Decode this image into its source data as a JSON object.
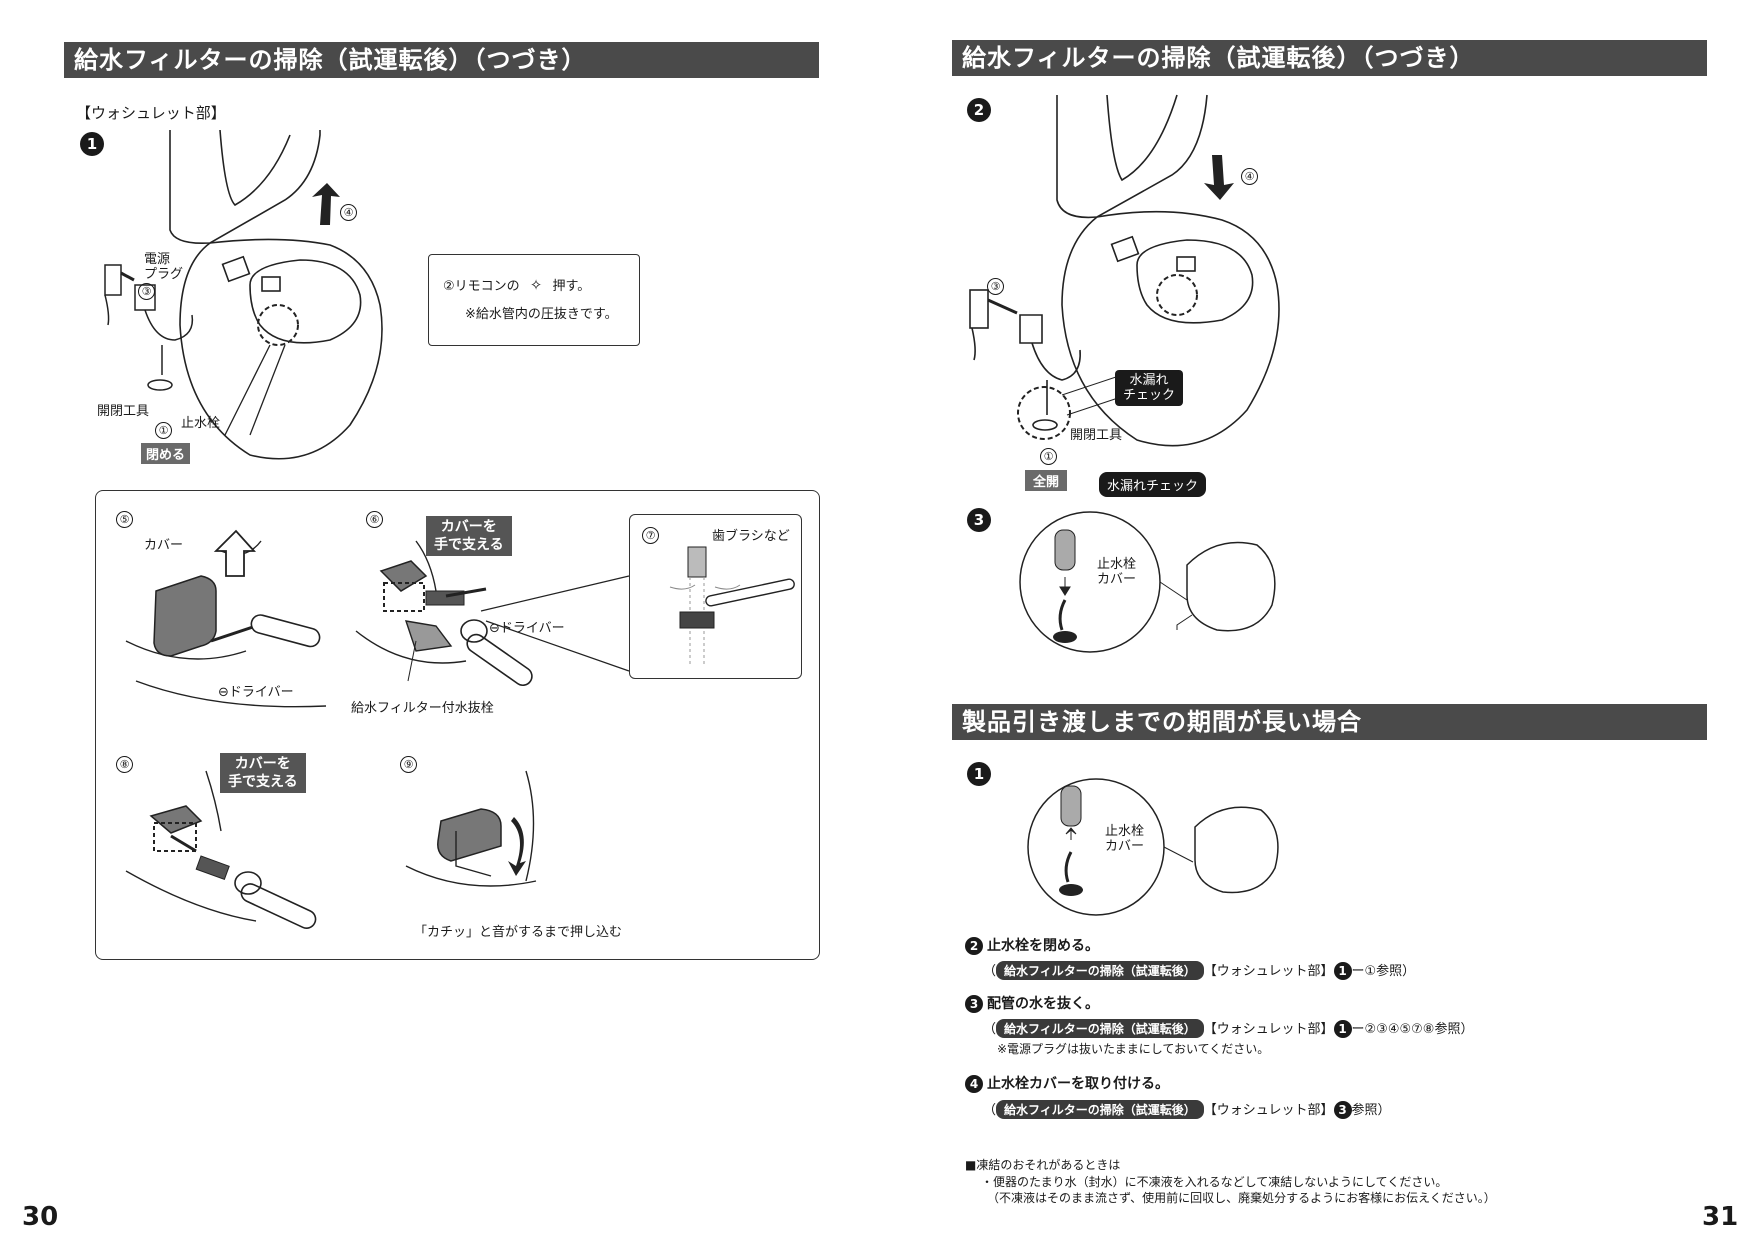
{
  "left_page": {
    "header": "給水フィルターの掃除（試運転後）（つづき）",
    "subhead": "【ウォシュレット部】",
    "step1_bullet": "1",
    "labels": {
      "power_plug": "電源\nプラグ",
      "open_tool": "開閉工具",
      "stop_valve": "止水栓",
      "close_tag": "閉める",
      "step_3": "③",
      "step_4": "④",
      "step_1": "①"
    },
    "note": {
      "line1_prefix": "②リモコンの",
      "line1_suffix": "押す。",
      "line2": "※給水管内の圧抜きです。"
    },
    "panel": {
      "step5": "⑤",
      "step6": "⑥",
      "step7": "⑦",
      "step8": "⑧",
      "step9": "⑨",
      "cover": "カバー",
      "driver_a": "⊖ドライバー",
      "driver_b": "⊖ドライバー",
      "callout_a": "カバーを\n手で支える",
      "callout_b": "カバーを\n手で支える",
      "filter_valve": "給水フィルター付水抜栓",
      "toothbrush": "歯ブラシなど",
      "click_push": "「カチッ」と音がするまで押し込む"
    },
    "page_number": "30"
  },
  "right_page": {
    "header1": "給水フィルターの掃除（試運転後）（つづき）",
    "step2_bullet": "2",
    "step3_bullet": "3",
    "labels": {
      "step_4": "④",
      "step_3": "③",
      "step_1": "①",
      "leak_check_callout": "水漏れ\nチェック",
      "open_tool": "開閉工具",
      "full_open": "全開",
      "leak_check_tag": "水漏れチェック",
      "valve_cover": "止水栓\nカバー"
    },
    "header2": "製品引き渡しまでの期間が長い場合",
    "s2_step1_bullet": "1",
    "s2_valve_cover": "止水栓\nカバー",
    "steps": [
      {
        "num": "2",
        "text": "止水栓を閉める。",
        "ref_pill": "給水フィルターの掃除（試運転後）",
        "ref_part": "【ウォシュレット部】",
        "ref_num": "1",
        "ref_tail": "ー①参照）"
      },
      {
        "num": "3",
        "text": "配管の水を抜く。",
        "ref_pill": "給水フィルターの掃除（試運転後）",
        "ref_part": "【ウォシュレット部】",
        "ref_num": "1",
        "ref_tail": "ー②③④⑤⑦⑧参照）",
        "note": "※電源プラグは抜いたままにしておいてください。"
      },
      {
        "num": "4",
        "text": "止水栓カバーを取り付ける。",
        "ref_pill": "給水フィルターの掃除（試運転後）",
        "ref_part": "【ウォシュレット部】",
        "ref_num": "3",
        "ref_tail": "参照）"
      }
    ],
    "freeze": {
      "title": "■凍結のおそれがあるときは",
      "line1": "・便器のたまり水（封水）に不凍液を入れるなどして凍結しないようにしてください。",
      "line2": "（不凍液はそのまま流さず、使用前に回収し、廃棄処分するようにお客様にお伝えください。）"
    },
    "page_number": "31"
  }
}
